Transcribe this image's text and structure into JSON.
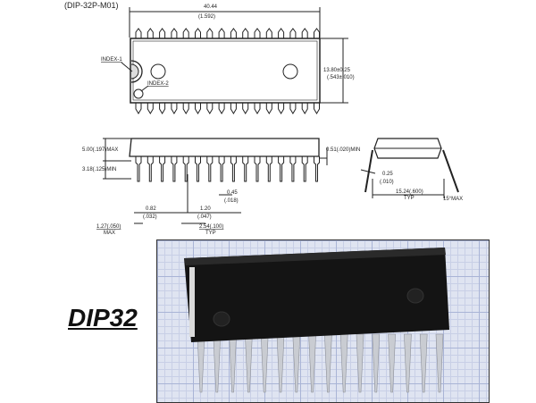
{
  "header": {
    "package_code": "(DIP-32P-M01)"
  },
  "top_view": {
    "length": "40.44",
    "length_inch": "(1.592)",
    "width": "13.80±0.25",
    "width_inch": "(.543±.010)",
    "index1": "INDEX-1",
    "index2": "INDEX-2",
    "pins_per_side": 16
  },
  "side_view": {
    "height_max": "5.00(.197)MAX",
    "lead_min": "3.18(.125)MIN",
    "standoff": "0.51(.020)MIN",
    "lead_width": "0.45",
    "lead_width_inch": "(.018)",
    "shoulder_a": "0.82",
    "shoulder_a_inch": "(.032)",
    "shoulder_b": "1.20",
    "shoulder_b_inch": "(.047)",
    "end_max": "1.27(.050)",
    "end_max_note": "MAX",
    "pitch": "2.54(.100)",
    "pitch_note": "TYP"
  },
  "end_view": {
    "lead_thickness": "0.25",
    "lead_thickness_inch": "(.010)",
    "row_spacing": "15.24(.600)",
    "row_spacing_note": "TYP",
    "angle": "15°MAX"
  },
  "product_label": "DIP32",
  "colors": {
    "chip_body": "#141414",
    "grid_paper": "#dfe4f1",
    "pins": "#c9ccd2"
  }
}
